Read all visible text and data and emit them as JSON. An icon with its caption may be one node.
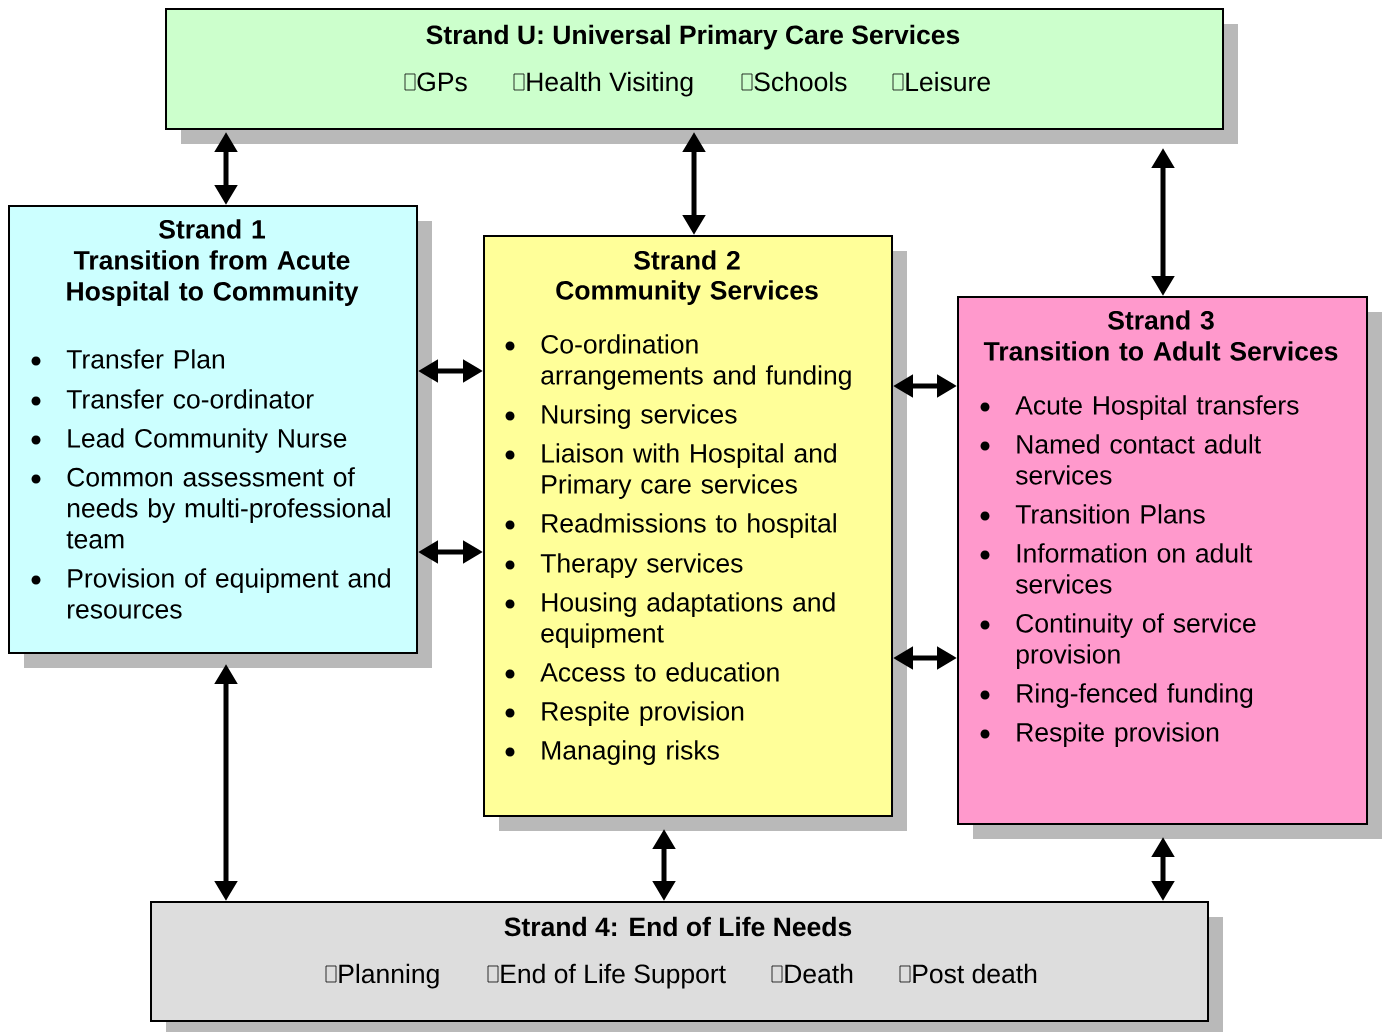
{
  "diagram": {
    "nodes": [
      {
        "text": [
          "Strand U: Universal Primary Care Services",
          "GPs",
          "Health Visiting",
          "Schools",
          "Leisure"
        ]
      },
      {
        "text": [
          "Strand 1",
          "Transition from Acute Hospital to Community",
          "Transfer Plan",
          "Transfer co-ordinator",
          "Lead Community Nurse",
          "Common assessment of needs by multi-professional team",
          "Provision of equipment and resources"
        ]
      },
      {
        "text": [
          "Strand 2",
          "Community Services",
          "Co-ordination arrangements and funding",
          "Nursing services",
          "Liaison with Hospital and Primary care services",
          "Readmissions to hospital",
          "Therapy services",
          "Housing adaptations and equipment",
          "Access to education",
          "Respite provision",
          "Managing risks"
        ]
      },
      {
        "text": [
          "Strand 3",
          "Transition to Adult Services",
          "Acute Hospital transfers",
          "Named contact adult services",
          "Transition Plans",
          "Information on adult services",
          "Continuity of service provision",
          "Ring-fenced funding",
          "Respite provision"
        ]
      },
      {
        "text": [
          "Strand 4: End of Life Needs",
          "Planning",
          "End of Life Support",
          "Death",
          "Post death"
        ]
      }
    ],
    "edges": [
      {
        "from": 0,
        "to": 1,
        "arrow": "both"
      },
      {
        "from": 0,
        "to": 2,
        "arrow": "both"
      },
      {
        "from": 0,
        "to": 3,
        "arrow": "both"
      },
      {
        "from": 1,
        "to": 2,
        "arrow": "both"
      },
      {
        "from": 1,
        "to": 2,
        "arrow": "both"
      },
      {
        "from": 2,
        "to": 3,
        "arrow": "both"
      },
      {
        "from": 2,
        "to": 3,
        "arrow": "both"
      },
      {
        "from": 1,
        "to": 4,
        "arrow": "both"
      },
      {
        "from": 2,
        "to": 4,
        "arrow": "both"
      },
      {
        "from": 3,
        "to": 4,
        "arrow": "both"
      }
    ]
  }
}
